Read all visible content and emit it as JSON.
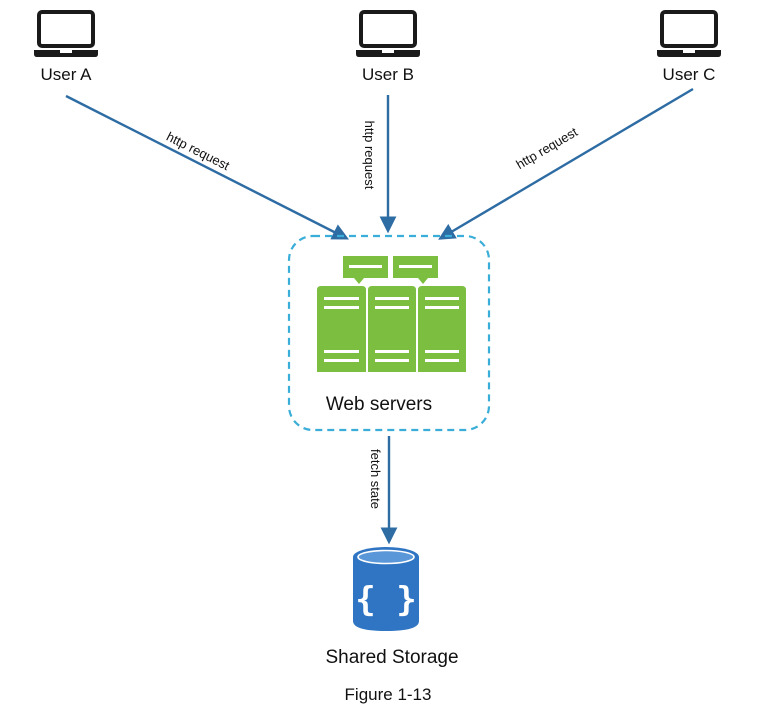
{
  "figure": {
    "caption": "Figure 1-13"
  },
  "nodes": {
    "user_a": {
      "label": "User A",
      "icon": "laptop-icon"
    },
    "user_b": {
      "label": "User B",
      "icon": "laptop-icon"
    },
    "user_c": {
      "label": "User C",
      "icon": "laptop-icon"
    },
    "web_servers": {
      "label": "Web servers",
      "icon": "server-rack-icon"
    },
    "shared_storage": {
      "label": "Shared Storage",
      "icon": "database-icon"
    }
  },
  "edges": [
    {
      "from": "user_a",
      "to": "web_servers",
      "label": "http request"
    },
    {
      "from": "user_b",
      "to": "web_servers",
      "label": "http request"
    },
    {
      "from": "user_c",
      "to": "web_servers",
      "label": "http request"
    },
    {
      "from": "web_servers",
      "to": "shared_storage",
      "label": "fetch state"
    }
  ],
  "colors": {
    "arrow": "#2e6ca4",
    "server_green": "#7cbe3f",
    "group_border": "#3aaed8",
    "storage_blue": "#2f75c4",
    "laptop": "#1a1a1a"
  }
}
